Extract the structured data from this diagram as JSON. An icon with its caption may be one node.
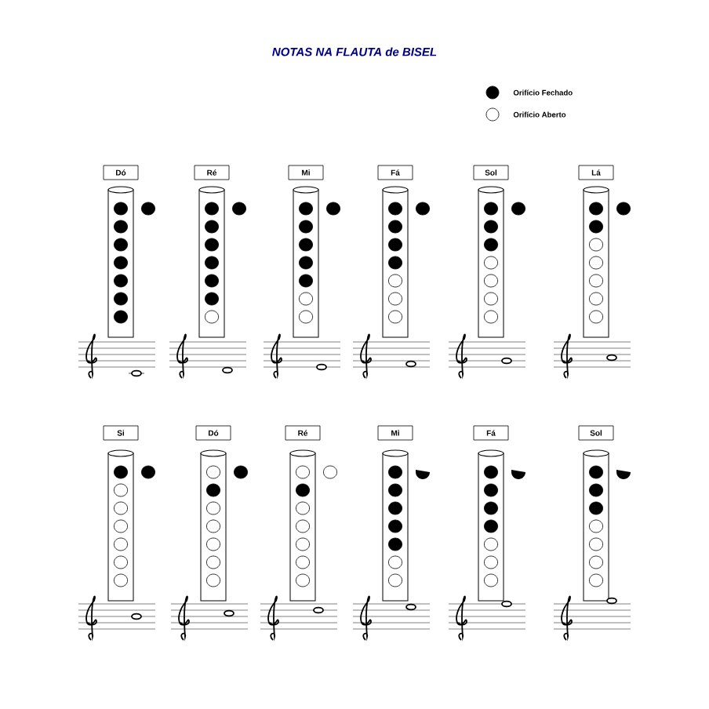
{
  "diagram": {
    "title": "NOTAS NA FLAUTA de BISEL",
    "nodes": [
      {
        "text": [
          "Dó"
        ]
      },
      {
        "text": [
          "Ré"
        ]
      },
      {
        "text": [
          "Mi"
        ]
      },
      {
        "text": [
          "Fá"
        ]
      },
      {
        "text": [
          "Sol"
        ]
      },
      {
        "text": [
          "Lá"
        ]
      },
      {
        "text": [
          "Si"
        ]
      },
      {
        "text": [
          "Dó"
        ]
      },
      {
        "text": [
          "Ré"
        ]
      },
      {
        "text": [
          "Mi"
        ]
      },
      {
        "text": [
          "Fá"
        ]
      },
      {
        "text": [
          "Sol"
        ]
      }
    ],
    "legend": [
      {
        "text": "Orifício Fechado",
        "color": "#000000"
      },
      {
        "text": "Orifício Aberto"
      }
    ]
  }
}
